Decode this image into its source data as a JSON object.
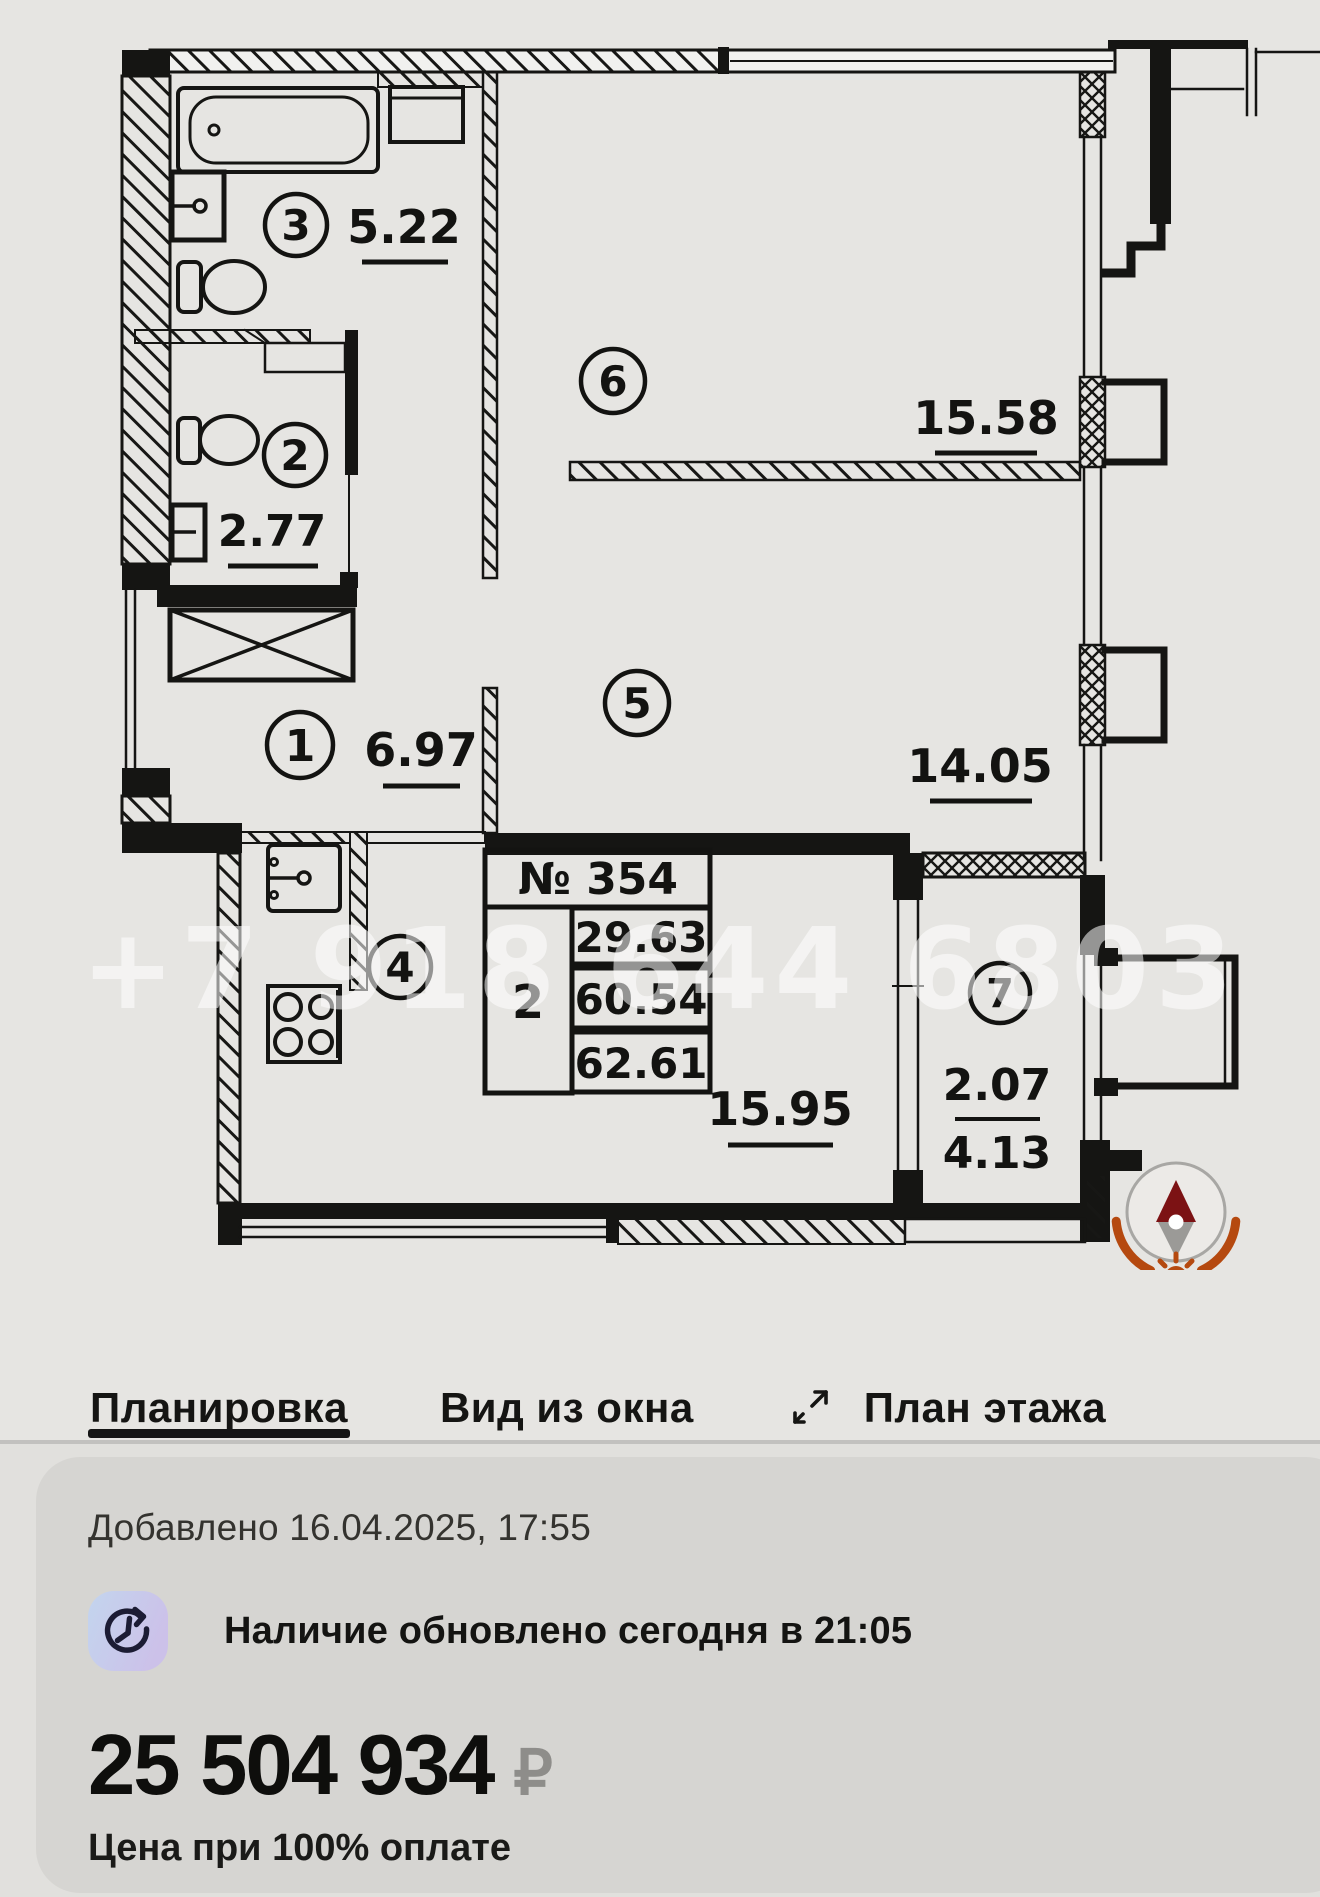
{
  "floor_plan": {
    "watermark": "+7 918 644 6803",
    "unit": {
      "number_label": "№ 354",
      "rooms_count": "2",
      "areas": [
        "29.63",
        "60.54",
        "62.61"
      ]
    },
    "rooms": [
      {
        "id": "1",
        "area": "6.97"
      },
      {
        "id": "2",
        "area": "2.77"
      },
      {
        "id": "3",
        "area": "5.22"
      },
      {
        "id": "4",
        "area": "15.95"
      },
      {
        "id": "5",
        "area": "14.05"
      },
      {
        "id": "6",
        "area": "15.58"
      },
      {
        "id": "7",
        "area": "2.07",
        "area_lower": "4.13"
      }
    ],
    "compass": {
      "north_color": "#7c1214",
      "accent_color": "#b5490f"
    }
  },
  "tabs": [
    {
      "label": "Планировка",
      "active": true
    },
    {
      "label": "Вид из окна",
      "active": false
    },
    {
      "label": "План этажа",
      "active": false
    }
  ],
  "details": {
    "added": "Добавлено 16.04.2025, 17:55",
    "availability": "Наличие обновлено сегодня в 21:05",
    "price": "25 504 934",
    "currency": "₽",
    "price_note": "Цена при 100% оплате"
  }
}
